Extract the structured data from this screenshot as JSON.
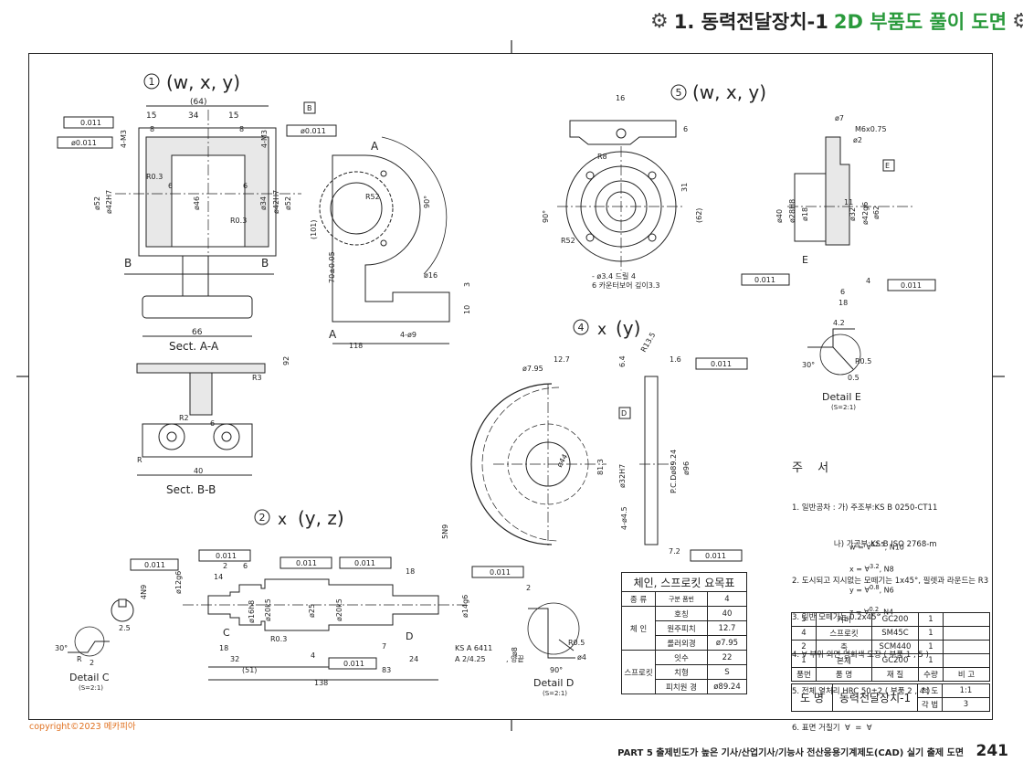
{
  "header": {
    "number": "1. 동력전달장치-1",
    "subtitle": "2D 부품도 풀이 도면"
  },
  "views": {
    "part1": {
      "num": "1",
      "finish": "(w, x, y)"
    },
    "part2": {
      "num": "2",
      "finish": "(y, z)",
      "sym": "x"
    },
    "part4": {
      "num": "4",
      "finish": "(y)",
      "sym": "x"
    },
    "part5": {
      "num": "5",
      "finish": "(w, x, y)"
    },
    "sect_aa": "Sect. A-A",
    "sect_bb": "Sect. B-B",
    "detail_c": "Detail C",
    "detail_c_scale": "(S=2:1)",
    "detail_d": "Detail D",
    "detail_d_scale": "(S=2:1)",
    "detail_e": "Detail E",
    "detail_e_scale": "(S=2:1)"
  },
  "dims": {
    "d64": "(64)",
    "d34": "34",
    "d15a": "15",
    "d15b": "15",
    "tol1": "0.011",
    "tol2": "ø0.011",
    "tol3": "ø0.011",
    "m3a": "4-M3",
    "m3b": "4-M3",
    "d52a": "ø52",
    "d42a": "ø42H7",
    "d46": "ø46",
    "d34b": "ø34",
    "d42b": "ø42H7",
    "d52b": "ø52",
    "r3a": "R0.3",
    "r3b": "R0.3",
    "d66": "66",
    "d6a": "6",
    "d6b": "6",
    "d8a": "8",
    "d8b": "8",
    "d101": "(101)",
    "d70": "70±0.05",
    "d118": "118",
    "d16": "ø16",
    "d4m9": "4-ø9",
    "d10": "10",
    "d3": "3",
    "d90": "90°",
    "d52c": "R52",
    "d92": "92",
    "d6c": "6",
    "d40": "40",
    "r2": "R2",
    "r3c": "R3",
    "r": "R",
    "p5_16": "16",
    "p5_6": "6",
    "p5_r8": "R8",
    "p5_90": "90°",
    "p5_31": "31",
    "p5_62": "(62)",
    "p5_52": "R52",
    "p5_drill": "- ø3.4 드릴 4",
    "p5_drill2": "6 카운터보어 깊이3.3",
    "e_7": "ø7",
    "e_m6": "M6x0.75",
    "e_2": "ø2",
    "e_40": "ø40",
    "e_28": "ø28H8",
    "e_18": "ø18",
    "e_32": "ø32",
    "e_42": "ø42g6",
    "e_62": "ø62",
    "e_11": "11",
    "e_4": "4",
    "e_18b": "18",
    "e_6": "6",
    "e_tol": "0.011",
    "e_tolb": "0.011",
    "e_E": "E",
    "de_42": "4.2",
    "de_r05": "R0.5",
    "de_05": "0.5",
    "de_30": "30°",
    "p4_127": "12.7",
    "p4_16": "1.6",
    "p4_64": "6.4",
    "p4_r": "R13.5",
    "p4_795": "ø7.95",
    "p4_813": "81.3",
    "p4_32h7": "ø32H7",
    "p4_pcd": "P.C.Dø89.24",
    "p4_96": "ø96",
    "p4_45": "4-ø4.5",
    "p4_72": "7.2",
    "p4_tol": "0.011",
    "p4_tolb": "0.011",
    "p4_44": "ø44",
    "p4_D": "D",
    "p2_tol1": "0.011",
    "p2_tol2": "0.011",
    "p2_tol3": "0.011",
    "p2_tol4": "0.011",
    "p2_tol5": "0.011",
    "p2_tol6": "0.011",
    "p2_12": "ø12g6",
    "p2_14": "14",
    "p2_2": "2",
    "p2_6": "6",
    "p2_16": "ø16h8",
    "p2_20a": "ø20k5",
    "p2_25": "ø25",
    "p2_20b": "ø20k5",
    "p2_14b": "ø14g6",
    "p2_18": "18",
    "p2_32": "32",
    "p2_51": "(51)",
    "p2_138": "138",
    "p2_83": "83",
    "p2_24": "24",
    "p2_4": "4",
    "p2_7": "7",
    "p2_r03": "R0.3",
    "p2_18b": "18",
    "p2_5n9": "5N9",
    "p2_4n9": "4N9",
    "p2_25b": "2.5",
    "p2_ks": "KS A 6411",
    "p2_a": "A 2/4.25",
    "p2_a2": ", 양끝",
    "dc_30": "30°",
    "dc_2": "2",
    "dc_r": "R",
    "dd_2": "2",
    "dd_90": "90°",
    "dd_r05": "R0.5",
    "dd_r4": "ø4",
    "dd_r8": "ø8"
  },
  "notes": {
    "title": "주 서",
    "lines": [
      "1. 일반공차 : 가) 주조부:KS B 0250-CT11",
      "                 나) 가공부:KS B ISO 2768-m",
      "2. 도시되고 지시없는 모떼기는 1x45°, 필렛과 라운드는 R3",
      "3. 일반 모떼기는 0.2x45°",
      "4. ∀ 부위 외면 명회색 도장 ( 부품 1 , 5 )",
      "5. 전체 열처리 HRC 50±2 ( 부품 2 , 4 )",
      "6. 표면 거칠기  ∀  =  ∀"
    ],
    "rough": [
      "12.5",
      ", N10",
      "3.2",
      ", N8",
      "0.8",
      ", N6",
      "0.2",
      ", N4"
    ],
    "rough_sym": [
      "w",
      "x",
      "y",
      "z"
    ]
  },
  "chain_table": {
    "title": "체인, 스프로킷 요목표",
    "head_left": "종  류",
    "head_mid": "구분",
    "head_mid2": "품번",
    "head_right": "4",
    "group1": "체  인",
    "group2": "스프로킷",
    "rows": [
      {
        "k": "호칭",
        "v": "40"
      },
      {
        "k": "원주피치",
        "v": "12.7"
      },
      {
        "k": "롤러외경",
        "v": "ø7.95"
      },
      {
        "k": "잇수",
        "v": "22"
      },
      {
        "k": "치형",
        "v": "S"
      },
      {
        "k": "피치원 경",
        "v": "ø89.24"
      }
    ]
  },
  "bom": {
    "rows": [
      {
        "no": "5",
        "name": "커버",
        "mat": "GC200",
        "qty": "1",
        "note": ""
      },
      {
        "no": "4",
        "name": "스프로킷",
        "mat": "SM45C",
        "qty": "1",
        "note": ""
      },
      {
        "no": "2",
        "name": "축",
        "mat": "SCM440",
        "qty": "1",
        "note": ""
      },
      {
        "no": "1",
        "name": "본체",
        "mat": "GC200",
        "qty": "1",
        "note": ""
      }
    ],
    "header": {
      "no": "품번",
      "name": "품      명",
      "mat": "재    질",
      "qty": "수량",
      "note": "비   고"
    },
    "title_label": "도  명",
    "title_value": "동력전달장치-1",
    "scale_label": "척 도",
    "scale_value": "1:1",
    "proj_label": "각 법",
    "proj_value": "3"
  },
  "footer": {
    "copyright": "copyright©2023 메카피아",
    "text": "PART 5 출제빈도가 높은 기사/산업기사/기능사 전산응용기계제도(CAD) 실기 출제 도면",
    "page": "241"
  }
}
